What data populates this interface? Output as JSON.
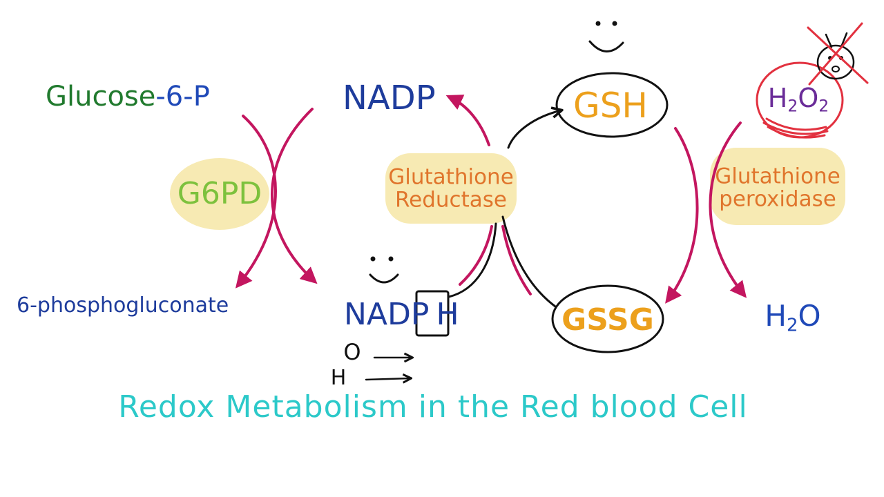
{
  "colors": {
    "dark_green": "#217a2e",
    "blue": "#1f49b8",
    "navy": "#1e3c9c",
    "enzyme_green": "#7dc13d",
    "enzyme_orange": "#e0752c",
    "gold": "#eca01c",
    "purple": "#6a2c98",
    "teal": "#2cc9c9",
    "magenta": "#c3165f",
    "red": "#e2313f",
    "highlight": "#f7eab3",
    "ink": "#111111"
  },
  "diagram": {
    "title": "Redox Metabolism in the Red blood Cell",
    "substrates": {
      "glucose_6_p_part1": "Glucose",
      "glucose_6_p_part2": "-6-P",
      "phosphogluconate": "6-phosphogluconate",
      "nadp": "NADP",
      "nadph_main": "NADP",
      "nadph_h": "H",
      "h2o2_h": "H",
      "h2o2_sub1": "2",
      "h2o2_o": "O",
      "h2o2_sub2": "2",
      "h2o_h": "H",
      "h2o_sub": "2",
      "h2o_o": "O"
    },
    "enzymes": {
      "g6pd": "G6PD",
      "gr_line1": "Glutathione",
      "gr_line2": "Reductase",
      "gpx_line1": "Glutathione",
      "gpx_line2": "peroxidase"
    },
    "glutathione": {
      "gsh": "GSH",
      "gssg": "GSSG"
    },
    "notes": {
      "oxygen": "O",
      "hydrogen": "H"
    }
  }
}
